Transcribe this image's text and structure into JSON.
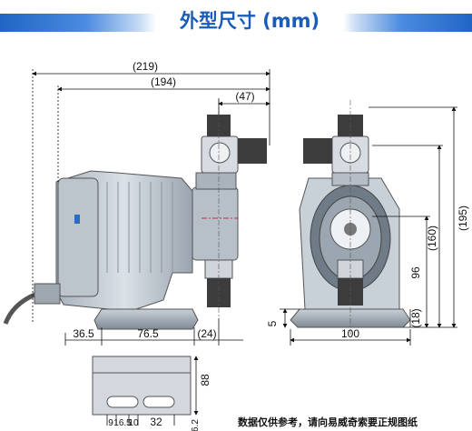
{
  "title": "外型尺寸 (mm)",
  "note": "数据仅供参考，请向易威奇索要正规图纸",
  "dims": {
    "overall_width": "(219)",
    "body_width": "(194)",
    "valve_offset": "(47)",
    "left_offset": "36.5",
    "foot_spacing": "76.5",
    "front_offset": "(24)",
    "base_width": "100",
    "base_plate": "5",
    "foot_height": "(18)",
    "mount_height": "96",
    "mid_height": "(160)",
    "overall_height": "(195)",
    "bottom_depth": "88",
    "hole_1": "9",
    "hole_2": "16.5",
    "hole_3": "10",
    "hole_4": "32",
    "hole_5": "6.2"
  },
  "colors": {
    "accent": "#1a5cb8"
  }
}
